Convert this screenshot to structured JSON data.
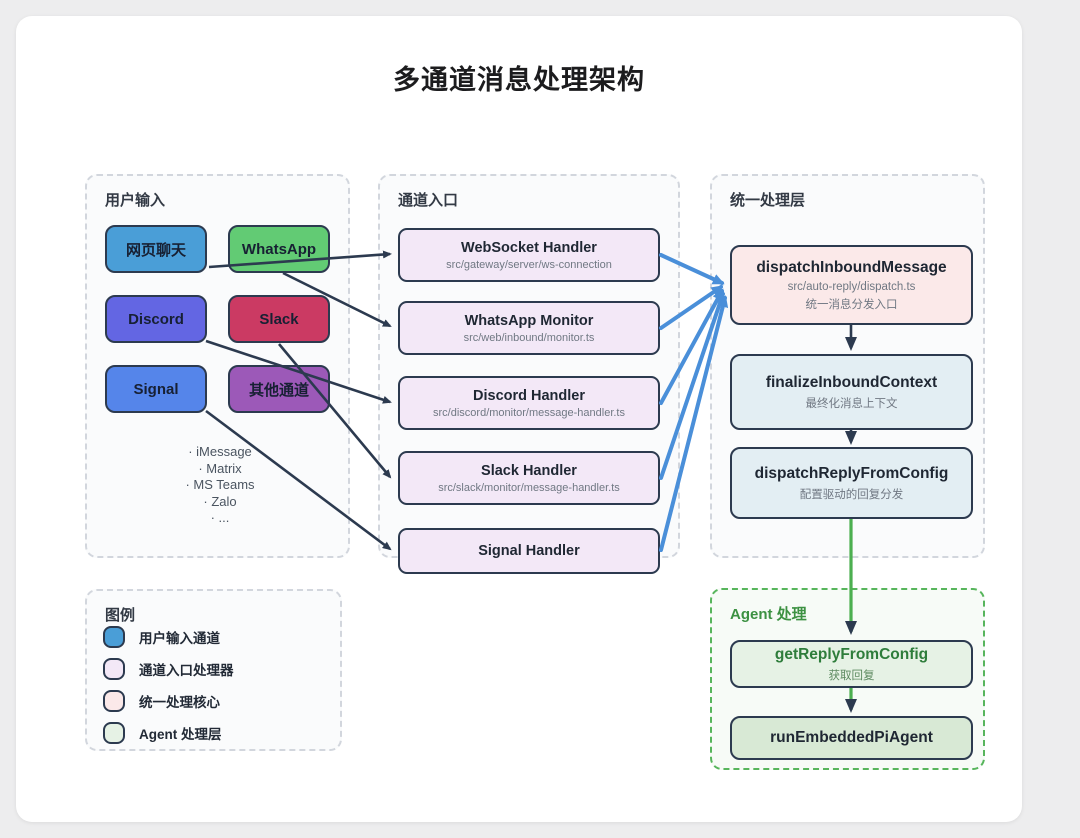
{
  "title": "多通道消息处理架构",
  "groups": {
    "user_input": {
      "label": "用户输入",
      "channels": [
        {
          "name": "网页聊天",
          "color": "#4a9ed7"
        },
        {
          "name": "WhatsApp",
          "color": "#62cb74"
        },
        {
          "name": "Discord",
          "color": "#6366e3"
        },
        {
          "name": "Slack",
          "color": "#cb3a63"
        },
        {
          "name": "Signal",
          "color": "#5585ea"
        },
        {
          "name": "其他通道",
          "color": "#9c59b8"
        }
      ],
      "other_channels": [
        "· iMessage",
        "· Matrix",
        "· MS Teams",
        "· Zalo",
        "· ..."
      ]
    },
    "channel_entry": {
      "label": "通道入口",
      "handlers": [
        {
          "title": "WebSocket Handler",
          "subtitle": "src/gateway/server/ws-connection"
        },
        {
          "title": "WhatsApp Monitor",
          "subtitle": "src/web/inbound/monitor.ts"
        },
        {
          "title": "Discord Handler",
          "subtitle": "src/discord/monitor/message-handler.ts"
        },
        {
          "title": "Slack Handler",
          "subtitle": "src/slack/monitor/message-handler.ts"
        },
        {
          "title": "Signal Handler",
          "subtitle": ""
        }
      ]
    },
    "unified": {
      "label": "统一处理层",
      "nodes": [
        {
          "title": "dispatchInboundMessage",
          "subtitle": "src/auto-reply/dispatch.ts",
          "note": "统一消息分发入口"
        },
        {
          "title": "finalizeInboundContext",
          "note": "最终化消息上下文"
        },
        {
          "title": "dispatchReplyFromConfig",
          "note": "配置驱动的回复分发"
        }
      ]
    },
    "agent": {
      "label": "Agent 处理",
      "nodes": [
        {
          "title": "getReplyFromConfig",
          "note": "获取回复"
        },
        {
          "title": "runEmbeddedPiAgent",
          "note": ""
        }
      ]
    }
  },
  "legend": {
    "label": "图例",
    "items": [
      {
        "label": "用户输入通道",
        "color": "#4a9ed7"
      },
      {
        "label": "通道入口处理器",
        "color": "#f3e8f7"
      },
      {
        "label": "统一处理核心",
        "color": "#fbe9e9"
      },
      {
        "label": "Agent 处理层",
        "color": "#e6f2e5"
      }
    ]
  },
  "colors": {
    "arrow_dark": "#2c3a4f",
    "arrow_blue": "#4a8fd9",
    "arrow_green": "#4caf50",
    "agent_border": "#57b55c",
    "card_bg": "#ffffff",
    "page_bg": "#ededee"
  }
}
